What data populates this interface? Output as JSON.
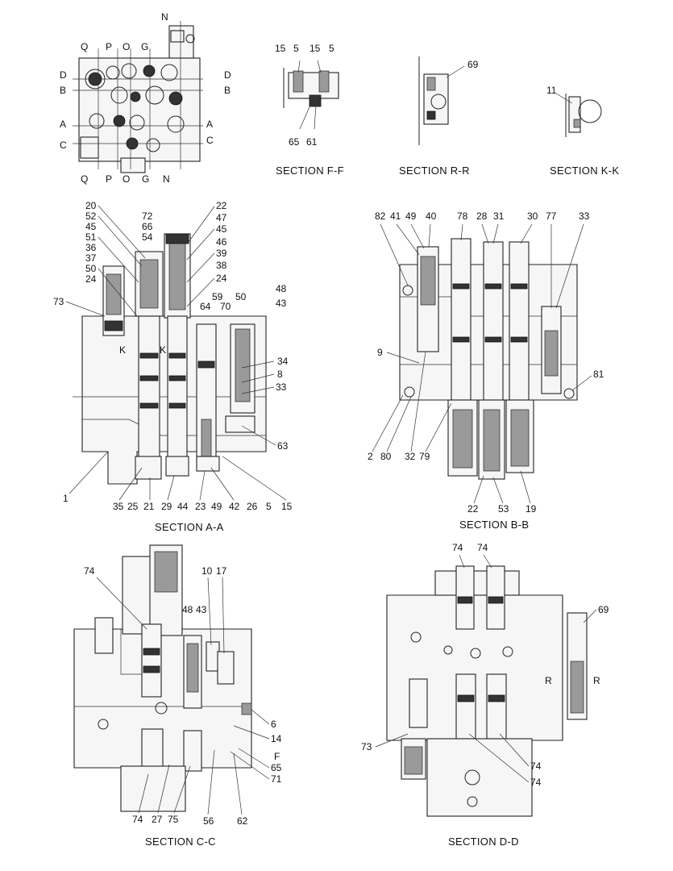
{
  "captions": {
    "ff": "SECTION  F-F",
    "rr": "SECTION  R-R",
    "kk": "SECTION  K-K",
    "aa": "SECTION  A-A",
    "bb": "SECTION  B-B",
    "cc": "SECTION  C-C",
    "dd": "SECTION  D-D"
  },
  "markers": {
    "n_top": "N",
    "q": "Q",
    "p": "P",
    "o": "O",
    "g": "G",
    "q2": "Q",
    "p2": "P",
    "o2": "O",
    "g2": "G",
    "n_bottom": "N",
    "d_left": "D",
    "b_left": "B",
    "a_left": "A",
    "c_left": "C",
    "d_right": "D",
    "b_right": "B",
    "a_right": "A",
    "c_right": "C",
    "k1": "K",
    "k2": "K",
    "f": "F",
    "r1": "R",
    "r2": "R"
  },
  "callouts": {
    "ff": [
      "15",
      "5",
      "15",
      "5",
      "65",
      "61"
    ],
    "rr": [
      "69"
    ],
    "kk": [
      "11"
    ],
    "aa_left": [
      "20",
      "52",
      "45",
      "51",
      "36",
      "37",
      "50",
      "24",
      "73"
    ],
    "aa_top": [
      "72",
      "66",
      "54",
      "22",
      "47",
      "45",
      "46",
      "39",
      "38",
      "24"
    ],
    "aa_mid": [
      "59",
      "64",
      "70",
      "50",
      "48",
      "43",
      "34",
      "8",
      "33",
      "63"
    ],
    "aa_bottom": [
      "1",
      "35",
      "25",
      "21",
      "29",
      "44",
      "23",
      "49",
      "42",
      "26",
      "5",
      "15"
    ],
    "bb_top": [
      "82",
      "41",
      "49",
      "40",
      "78",
      "28",
      "31",
      "30",
      "77",
      "33"
    ],
    "bb_side": [
      "9",
      "81"
    ],
    "bb_bottom": [
      "2",
      "80",
      "32",
      "79",
      "22",
      "53",
      "19"
    ],
    "cc": [
      "74",
      "10",
      "17",
      "48",
      "43",
      "6",
      "14",
      "65",
      "71",
      "74",
      "27",
      "75",
      "56",
      "62"
    ],
    "dd": [
      "74",
      "74",
      "69",
      "73",
      "74",
      "74"
    ]
  }
}
